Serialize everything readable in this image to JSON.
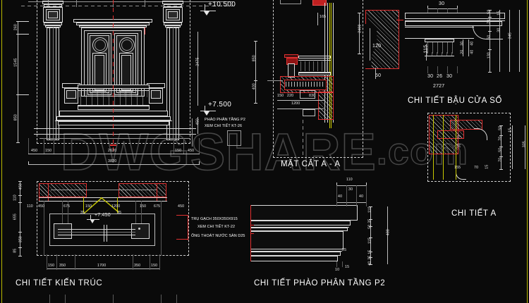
{
  "drawing": {
    "background_color": "#000000",
    "line_color": "#d8d8d8",
    "accent_red": "#e03030",
    "accent_yellow": "#c8c800",
    "watermark": {
      "main": "DWGSHARE",
      "suffix": ".com"
    }
  },
  "views": {
    "elevation": {
      "title": "CHI TIẾT KIẾN TRÚC",
      "levels": [
        {
          "label": "+10.500"
        },
        {
          "label": "+7.500"
        }
      ],
      "left_dims": [
        "260",
        "1545",
        "850"
      ],
      "right_dims": [
        "2475",
        "850",
        "400",
        "450"
      ],
      "bottom_dims_row1": [
        "450",
        "150",
        "2620",
        "150",
        "450"
      ],
      "bottom_dims_row2": [
        "3820"
      ],
      "notes": [
        "PHÀO PHÂN TẦNG P2",
        "XEM CHI TIẾT KT-26"
      ]
    },
    "plan": {
      "title": "CHI TIẾT KIẾN TRÚC",
      "level": "+7.450",
      "left_dims": [
        "450",
        "110",
        "655",
        "350",
        "85"
      ],
      "top_dims": [
        "110",
        "450",
        "675",
        "150",
        "1200",
        "150",
        "675",
        "450"
      ],
      "bottom_dims": [
        "150",
        "350",
        "1700",
        "350",
        "150"
      ],
      "small_dims": [
        "35",
        "35"
      ],
      "notes": [
        "TRỤ GẠCH 350X350X915",
        "XEM CHI TIẾT KT-22",
        "ỐNG THOÁT NƯỚC SÀN D25"
      ]
    },
    "section_aa": {
      "title": "MẶT CẮT A - A",
      "dims_vertical": [
        "2400",
        "165"
      ],
      "dims_horizontal": [
        "150",
        "220",
        "830",
        "1200"
      ]
    },
    "window_sill": {
      "title": "CHI TIẾT BẬU CỬA SỔ",
      "dims_top": [
        "30"
      ],
      "dims_left": [
        "120",
        "50",
        "115"
      ],
      "dims_right": [
        "50",
        "15",
        "70",
        "30",
        "50",
        "130",
        "345"
      ],
      "dims_inner": [
        "30",
        "20",
        "40",
        "40"
      ],
      "dims_bottom": [
        "30",
        "26",
        "30",
        "2727"
      ]
    },
    "detail_a": {
      "title": "CHI TIẾT A",
      "dims_right": [
        "50",
        "15",
        "70",
        "50",
        "70",
        "305"
      ],
      "dims_bottom": [
        "155",
        "70",
        "15"
      ],
      "dims_inner": [
        "70",
        "30"
      ]
    },
    "phao_p2": {
      "title": "CHI TIẾT PHÀO PHÂN TẦNG P2",
      "dims_top": [
        "110",
        "30",
        "40",
        "40"
      ],
      "dims_right_stack": [
        "110",
        "35",
        "50",
        "115",
        "15",
        "35",
        "40"
      ],
      "dims_total": [
        "400"
      ],
      "dims_side": [
        "25"
      ],
      "dims_bottom": [
        "10",
        "15"
      ]
    }
  }
}
